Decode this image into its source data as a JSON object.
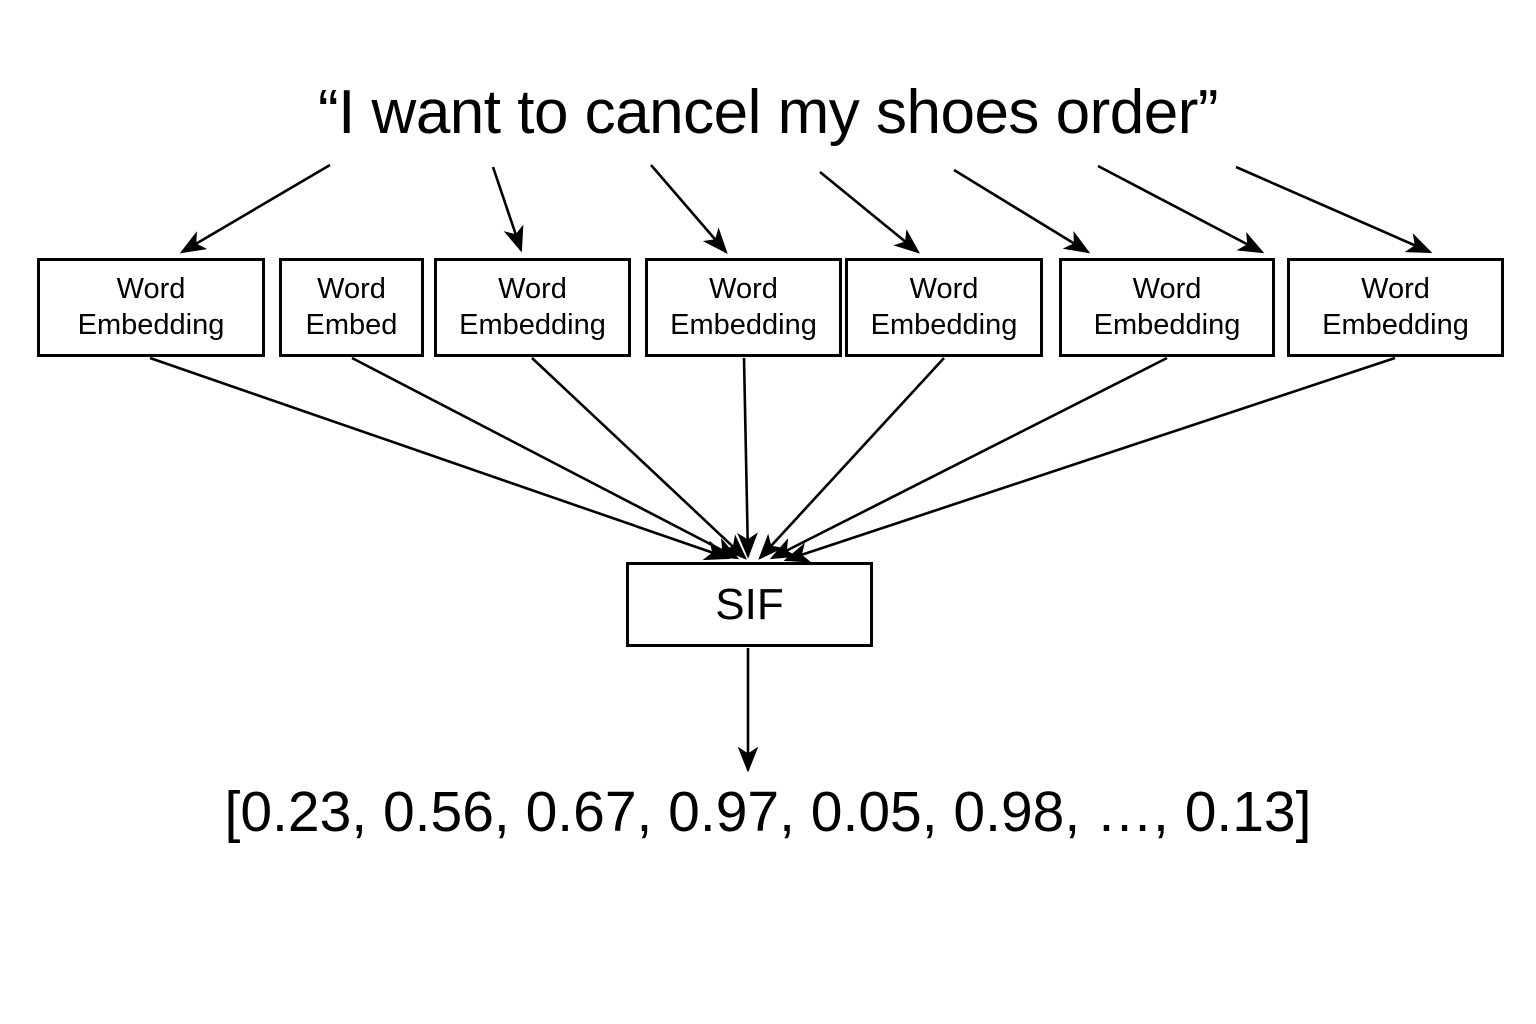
{
  "diagram": {
    "title_text": "“I want to cancel my shoes order”",
    "output_vector_text": "[0.23, 0.56, 0.67, 0.97, 0.05, 0.98, …, 0.13]",
    "aggregator": {
      "label": "SIF"
    },
    "embedding_boxes": [
      {
        "label": "Word\nEmbedding"
      },
      {
        "label": "Word\nEmbed"
      },
      {
        "label": "Word\nEmbedding"
      },
      {
        "label": "Word\nEmbedding"
      },
      {
        "label": "Word\nEmbedding"
      },
      {
        "label": "Word\nEmbedding"
      },
      {
        "label": "Word\nEmbedding"
      }
    ],
    "colors": {
      "background": "#ffffff",
      "stroke": "#000000",
      "text": "#000000"
    }
  }
}
